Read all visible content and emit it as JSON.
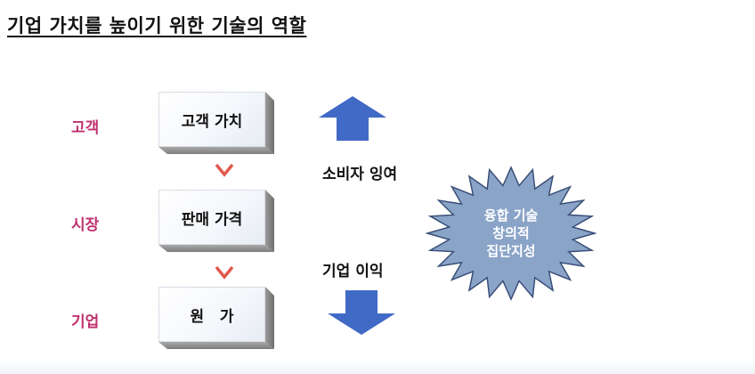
{
  "title": "기업 가치를 높이기 위한 기술의 역할",
  "rows": [
    {
      "side_label": "고객",
      "box_label": "고객 가치"
    },
    {
      "side_label": "시장",
      "box_label": "판매 가격"
    },
    {
      "side_label": "기업",
      "box_label": "원   가"
    }
  ],
  "labels": {
    "consumer_surplus": "소비자 잉여",
    "company_profit": "기업 이익"
  },
  "star": {
    "lines": [
      "융합 기술",
      "창의적",
      "집단지성"
    ]
  },
  "colors": {
    "title": "#111111",
    "side_label": "#c0306e",
    "chevron": "#e05a4f",
    "arrow": "#4169c6",
    "star_fill": "#8aa4c8",
    "star_stroke": "#3a4e78"
  },
  "icons": {
    "chevron": "chevron-down-icon",
    "arrow_up": "arrow-up-icon",
    "arrow_down": "arrow-down-icon",
    "star": "starburst-icon"
  }
}
